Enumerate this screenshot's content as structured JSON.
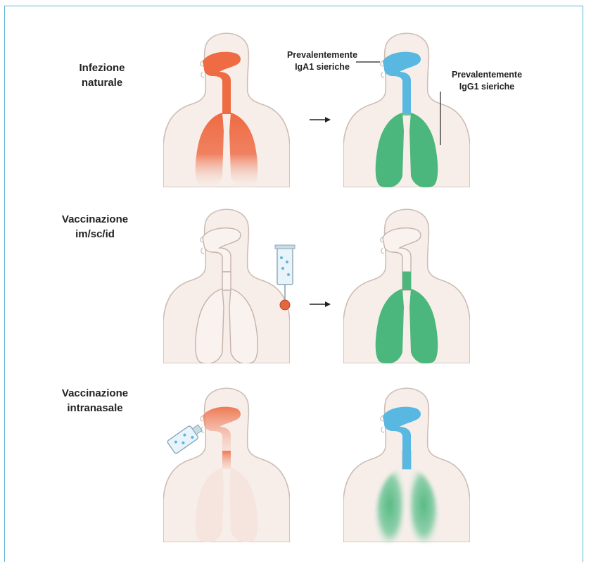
{
  "rows": [
    {
      "label_line1": "Infezione",
      "label_line2": "naturale"
    },
    {
      "label_line1": "Vaccinazione",
      "label_line2": "im/sc/id"
    },
    {
      "label_line1": "Vaccinazione",
      "label_line2": "intranasale"
    }
  ],
  "annotations": {
    "iga": {
      "line1": "Prevalentemente",
      "line2": "IgA1 sieriche"
    },
    "igg": {
      "line1": "Prevalentemente",
      "line2": "IgG1 sieriche"
    }
  },
  "colors": {
    "body": "#f7eeea",
    "outline": "#cdbdb5",
    "infection": "#ee6b43",
    "iga_blue": "#59b8e2",
    "igg_green": "#4cb77c",
    "frame": "#5fb3d6"
  }
}
